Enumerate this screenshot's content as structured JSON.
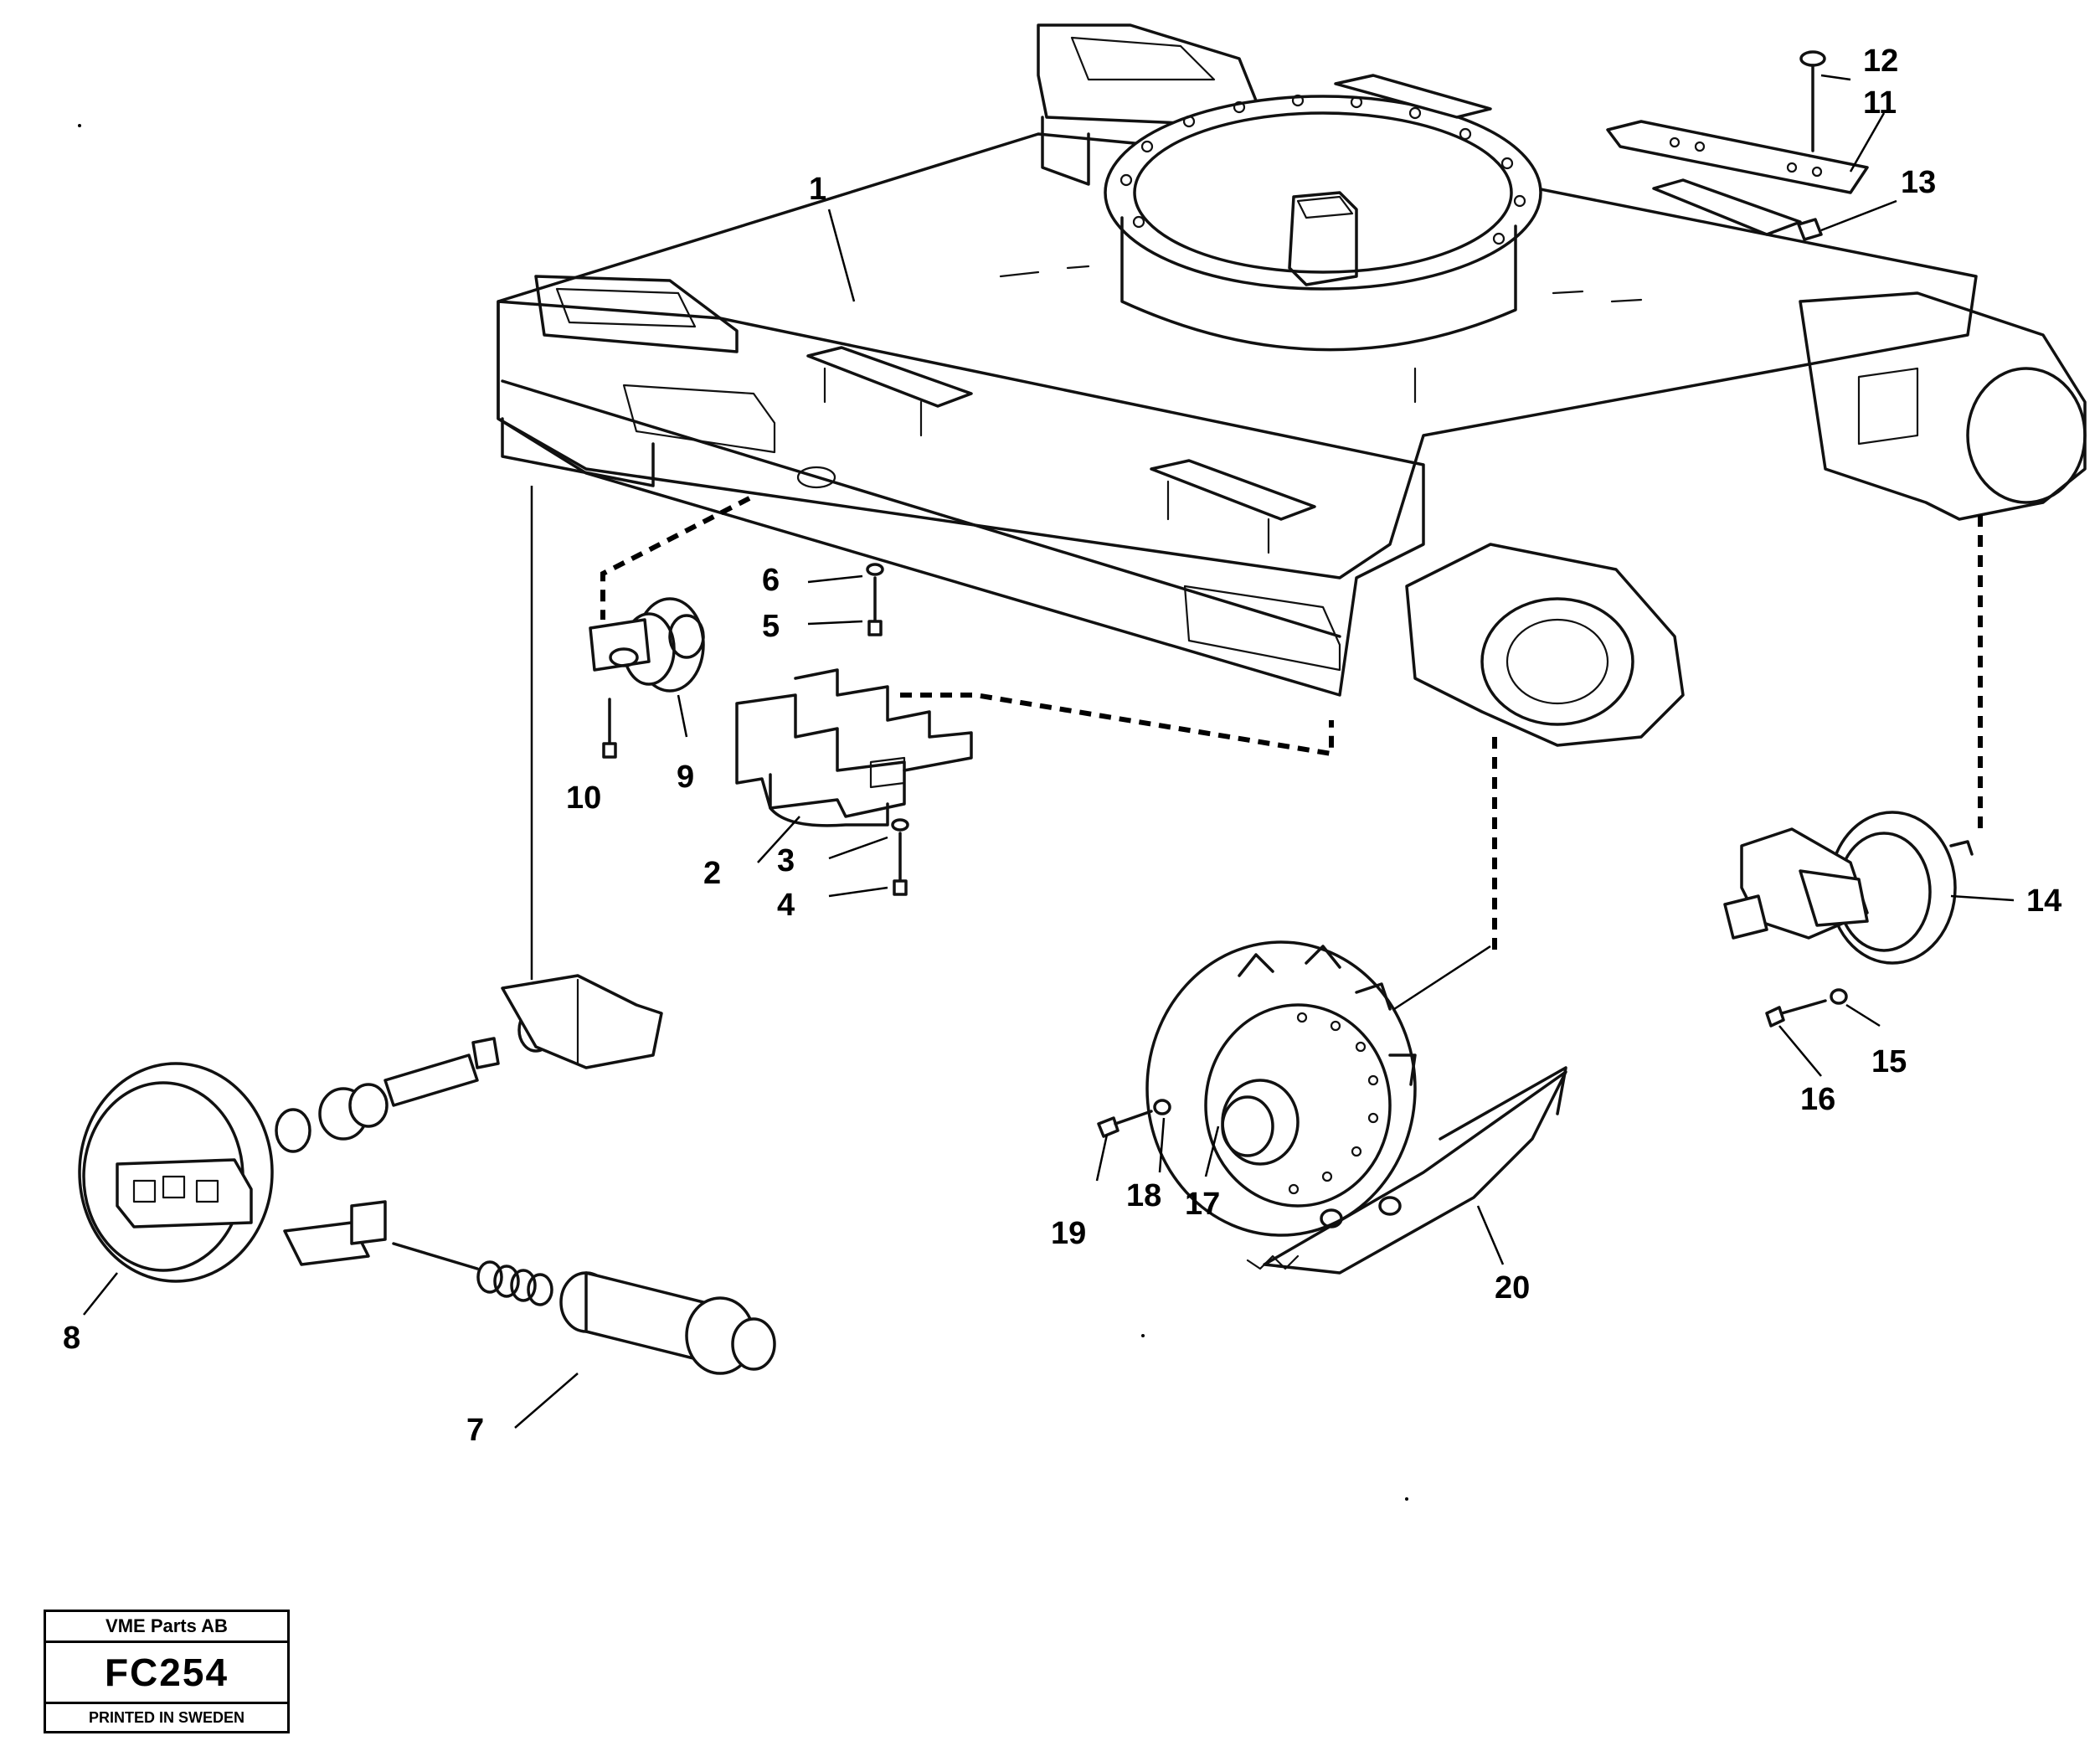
{
  "title_block": {
    "company": "VME Parts AB",
    "code": "FC254",
    "printed": "PRINTED IN SWEDEN"
  },
  "callouts": [
    {
      "id": "1",
      "label": "1"
    },
    {
      "id": "2",
      "label": "2"
    },
    {
      "id": "3",
      "label": "3"
    },
    {
      "id": "4",
      "label": "4"
    },
    {
      "id": "5",
      "label": "5"
    },
    {
      "id": "6",
      "label": "6"
    },
    {
      "id": "7",
      "label": "7"
    },
    {
      "id": "8",
      "label": "8"
    },
    {
      "id": "9",
      "label": "9"
    },
    {
      "id": "10",
      "label": "10"
    },
    {
      "id": "11",
      "label": "11"
    },
    {
      "id": "12",
      "label": "12"
    },
    {
      "id": "13",
      "label": "13"
    },
    {
      "id": "14",
      "label": "14"
    },
    {
      "id": "15",
      "label": "15"
    },
    {
      "id": "16",
      "label": "16"
    },
    {
      "id": "17",
      "label": "17"
    },
    {
      "id": "18",
      "label": "18"
    },
    {
      "id": "19",
      "label": "19"
    },
    {
      "id": "20",
      "label": "20"
    }
  ]
}
